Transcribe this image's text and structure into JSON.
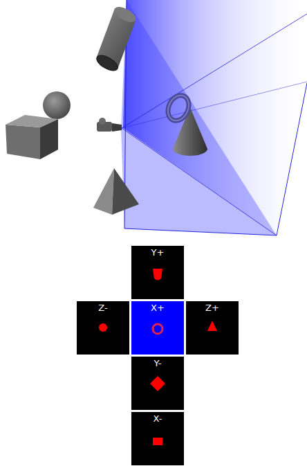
{
  "diagram": {
    "nodes": [
      {
        "text": [
          "Y+"
        ]
      },
      {
        "text": [
          "Z-"
        ]
      },
      {
        "text": [
          "X+"
        ]
      },
      {
        "text": [
          "Z+"
        ]
      },
      {
        "text": [
          "Y-"
        ]
      },
      {
        "text": [
          "X-"
        ]
      }
    ]
  }
}
